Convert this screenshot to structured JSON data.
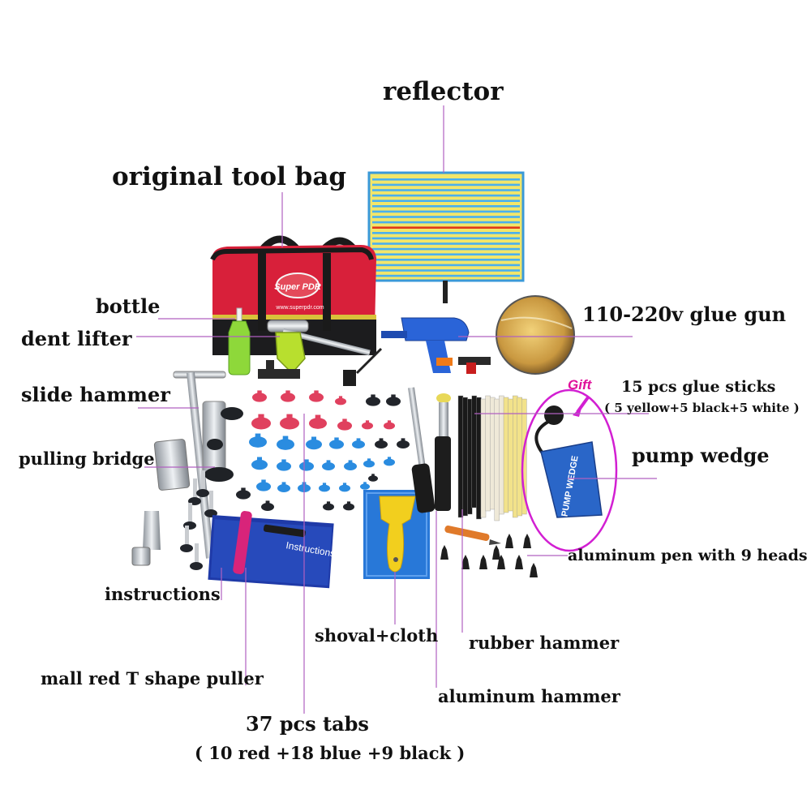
{
  "labels": {
    "reflector": "reflector",
    "tool_bag": "original tool bag",
    "bottle": "bottle",
    "dent_lifter": "dent lifter",
    "glue_gun": "110-220v glue gun",
    "slide_hammer": "slide hammer",
    "glue_sticks": "15 pcs glue sticks",
    "glue_sticks_detail": "( 5 yellow+5 black+5 white )",
    "pulling_bridge": "pulling bridge",
    "pump_wedge": "pump wedge",
    "aluminum_pen": "aluminum pen with 9 heads",
    "instructions": "instructions",
    "shoval_cloth": "shoval+cloth",
    "rubber_hammer": "rubber hammer",
    "t_puller": "mall red T shape puller",
    "aluminum_hammer": "aluminum hammer",
    "tabs": "37 pcs tabs",
    "tabs_detail": "( 10 red +18 blue +9 black )",
    "gift": "Gift"
  },
  "product_text": {
    "bag_logo": "Super PDR",
    "bag_url": "www.superpdr.com",
    "wedge_text": "PUMP WEDGE",
    "instructions_title": "Instructions"
  },
  "colors": {
    "leader_line": "#b060c0",
    "pump_ellipse": "#d21fd2",
    "gift_text": "#e0109a",
    "reflector_yellow": "#f2e66a",
    "reflector_stripe": "#4ab0ee",
    "reflector_red_stripe": "#e03a1a",
    "bag_red": "#d8203a",
    "tab_red": "#e0405e",
    "tab_blue": "#2a8ce0",
    "tab_black": "#22252b"
  }
}
